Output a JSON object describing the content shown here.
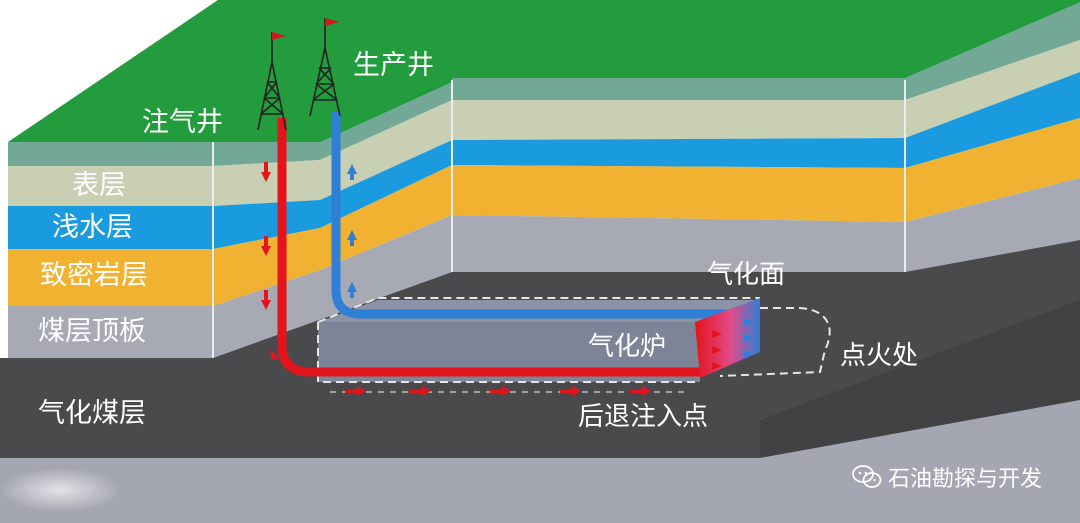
{
  "wells": {
    "injection": "注气井",
    "production": "生产井"
  },
  "layers": {
    "surface": "表层",
    "aquifer": "浅水层",
    "tight_rock": "致密岩层",
    "coal_roof": "煤层顶板",
    "coal_seam": "气化煤层"
  },
  "features": {
    "gasification_face": "气化面",
    "gasifier": "气化炉",
    "ignition_point": "点火处",
    "retreat_injection_point": "后退注入点"
  },
  "watermark": {
    "text": "石油勘探与开发",
    "icon": "wechat-icon"
  },
  "colors": {
    "ground": "#1e9a3a",
    "surface_layer": "#c8cfb2",
    "aquifer": "#1a9be0",
    "tight_rock": "#f0b230",
    "coal_roof": "#a7a9b5",
    "coal_seam": "#4a4a4c",
    "injection_pipe": "#e3141b",
    "production_pipe": "#2f7fd6"
  }
}
